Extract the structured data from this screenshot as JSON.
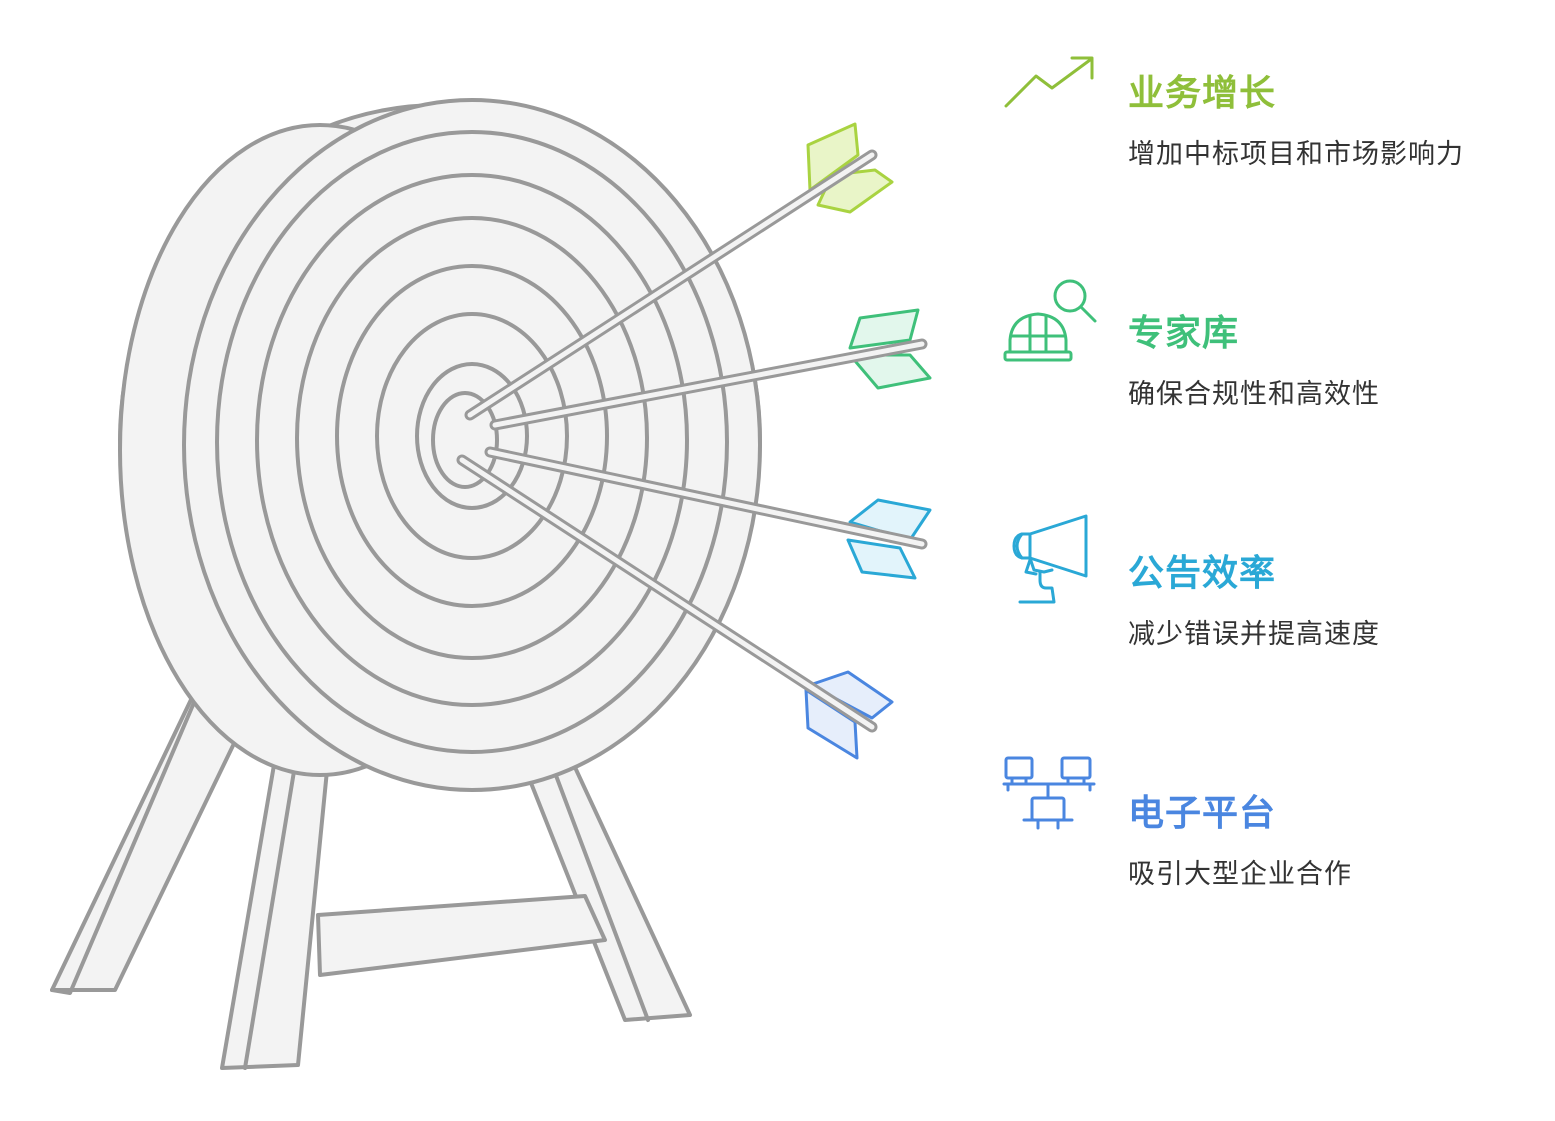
{
  "colors": {
    "stroke": "#999999",
    "fill": "#f3f3f3",
    "growth": "#8fbf3a",
    "experts": "#3fc07a",
    "notice": "#2aa8d6",
    "platform": "#4a86e0"
  },
  "items": [
    {
      "title": "业务增长",
      "desc": "增加中标项目和市场影响力",
      "icon": "trend-up-icon",
      "color": "#8fbf3a"
    },
    {
      "title": "专家库",
      "desc": "确保合规性和高效性",
      "icon": "hardhat-search-icon",
      "color": "#3fc07a"
    },
    {
      "title": "公告效率",
      "desc": "减少错误并提高速度",
      "icon": "megaphone-icon",
      "color": "#2aa8d6"
    },
    {
      "title": "电子平台",
      "desc": "吸引大型企业合作",
      "icon": "network-computers-icon",
      "color": "#4a86e0"
    }
  ]
}
